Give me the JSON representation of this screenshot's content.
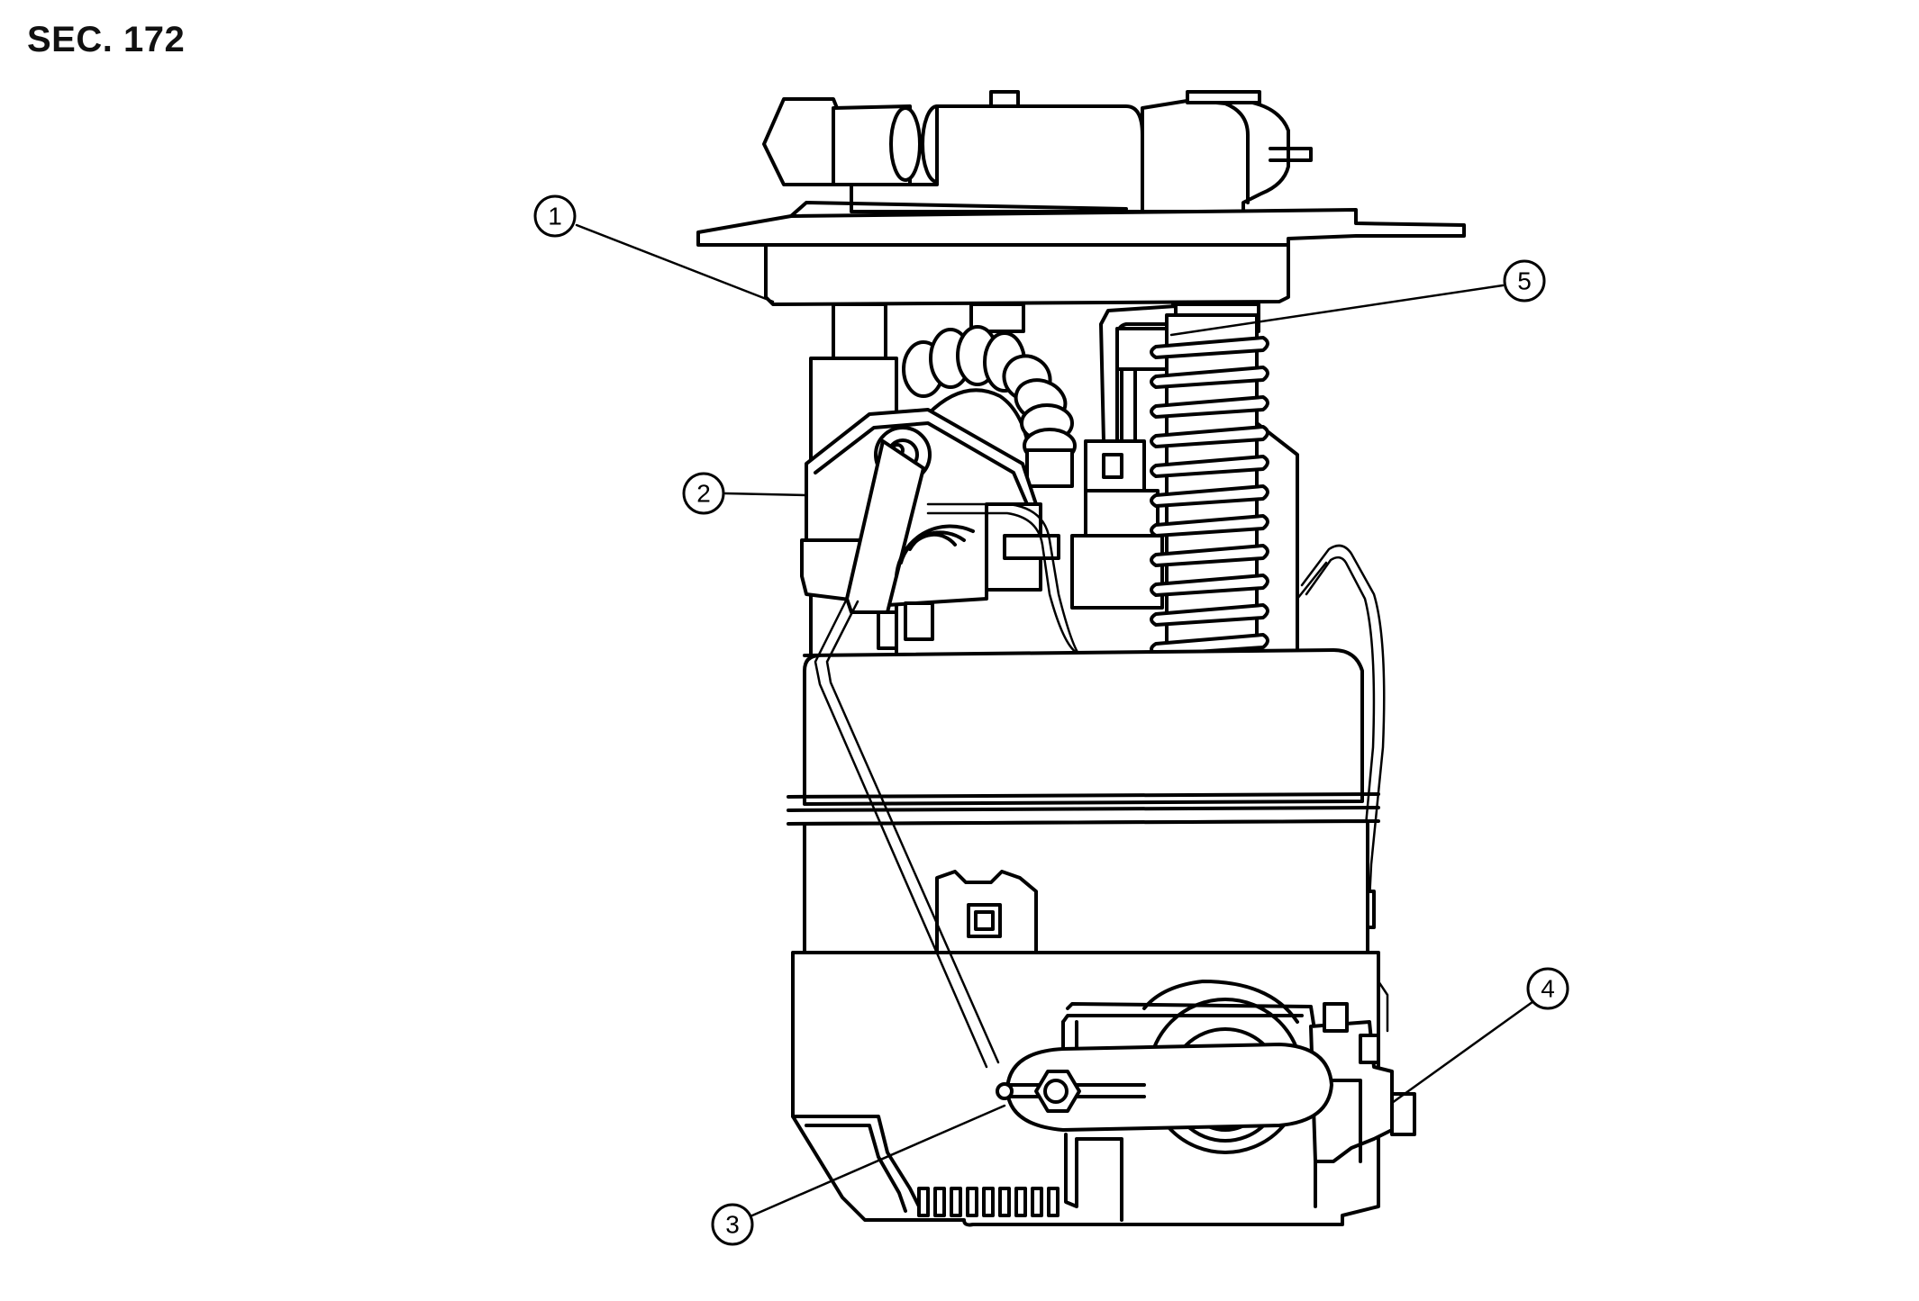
{
  "section_label": "SEC. 172",
  "callouts": [
    {
      "id": "1",
      "label": "1"
    },
    {
      "id": "2",
      "label": "2"
    },
    {
      "id": "3",
      "label": "3"
    },
    {
      "id": "4",
      "label": "4"
    },
    {
      "id": "5",
      "label": "5"
    }
  ]
}
